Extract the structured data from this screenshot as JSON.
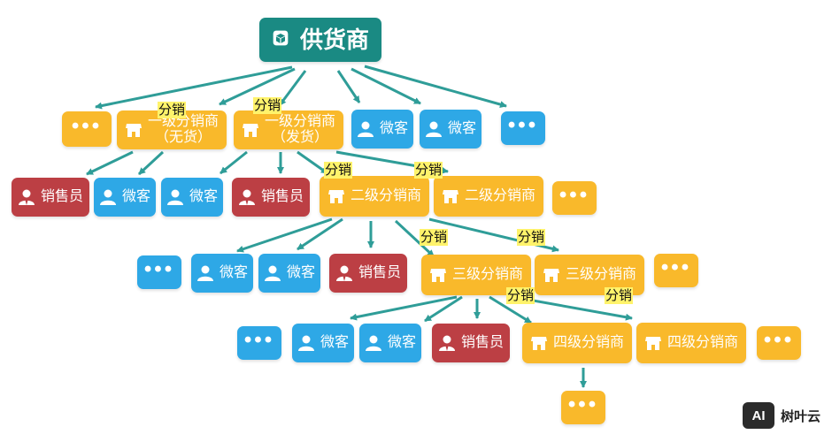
{
  "root": {
    "label": "供货商"
  },
  "tag": "分销",
  "level1": {
    "dist_a": {
      "line1": "一级分销商",
      "line2": "（无货）"
    },
    "dist_b": {
      "line1": "一级分销商",
      "line2": "（发货）"
    },
    "customer_a": "微客",
    "customer_b": "微客",
    "more_left": "•••",
    "more_right": "•••"
  },
  "level2": {
    "seller_a": "销售员",
    "customer_a": "微客",
    "customer_b": "微客",
    "seller_b": "销售员",
    "dist_a": "二级分销商",
    "dist_b": "二级分销商",
    "more": "•••"
  },
  "level3": {
    "more": "•••",
    "customer_a": "微客",
    "customer_b": "微客",
    "seller": "销售员",
    "dist_a": "三级分销商",
    "dist_b": "三级分销商",
    "more_right": "•••"
  },
  "level4": {
    "more": "•••",
    "customer_a": "微客",
    "customer_b": "微客",
    "seller": "销售员",
    "dist_a": "四级分销商",
    "dist_b": "四级分销商",
    "more_right": "•••"
  },
  "level5": {
    "more": "•••"
  },
  "watermark": {
    "logo": "AI",
    "text": "树叶云"
  },
  "colors": {
    "teal": "#1a8a83",
    "blue": "#2ea8e6",
    "orange": "#f9b92b",
    "red": "#bc3f44",
    "tag": "#fff36b"
  }
}
